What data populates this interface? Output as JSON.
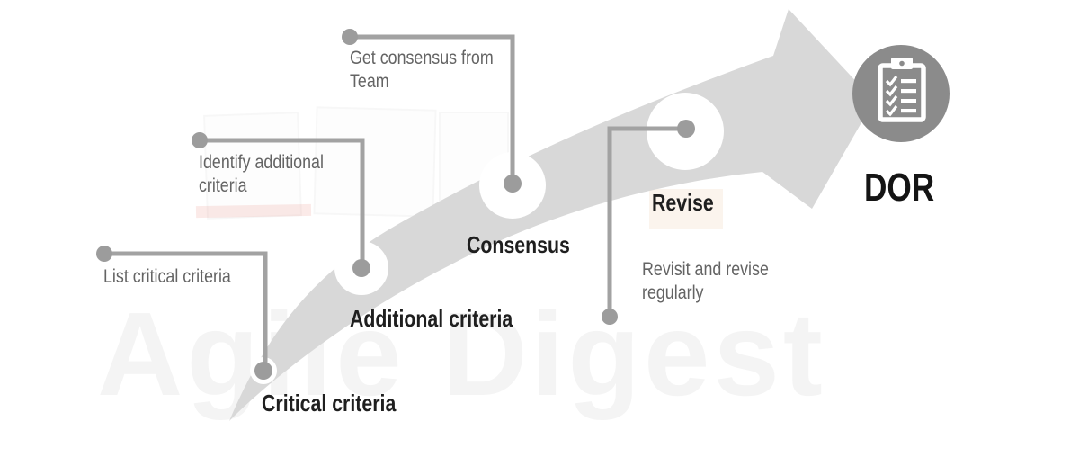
{
  "diagram": {
    "watermark": "Agile Digest",
    "steps": [
      {
        "id": "critical-criteria",
        "label": "Critical criteria",
        "note": "List critical criteria"
      },
      {
        "id": "additional-criteria",
        "label": "Additional criteria",
        "note": "Identify additional criteria"
      },
      {
        "id": "consensus",
        "label": "Consensus",
        "note": "Get consensus from Team"
      },
      {
        "id": "revise",
        "label": "Revise",
        "note": "Revisit and revise regularly"
      }
    ],
    "result": {
      "label": "DOR",
      "icon": "clipboard-checklist-icon"
    },
    "colors": {
      "background": "#ffffff",
      "arrow": "#d8d8d8",
      "connector_line": "#a2a2a2",
      "dot": "#9c9c9c",
      "node_circle": "#ffffff",
      "step_label_text": "#1f1f1f",
      "note_text": "#646464",
      "badge_background": "#8b8b8b",
      "badge_icon": "#ffffff",
      "watermark_text": "#f4f4f4"
    }
  }
}
